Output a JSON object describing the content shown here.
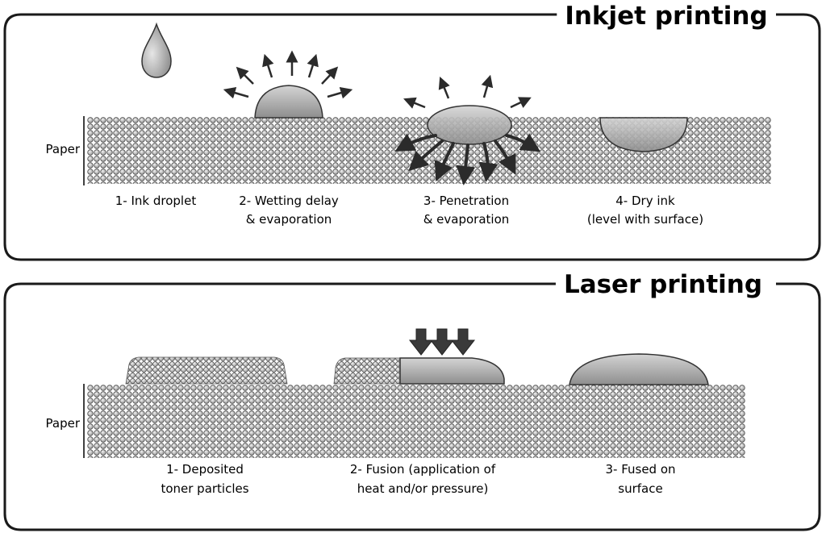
{
  "inkjet": {
    "title": "Inkjet printing",
    "paper_label": "Paper",
    "steps": [
      {
        "line1": "1- Ink droplet",
        "line2": ""
      },
      {
        "line1": "2- Wetting delay",
        "line2": "& evaporation"
      },
      {
        "line1": "3- Penetration",
        "line2": "& evaporation"
      },
      {
        "line1": "4- Dry ink",
        "line2": "(level with surface)"
      }
    ]
  },
  "laser": {
    "title": "Laser printing",
    "paper_label": "Paper",
    "steps": [
      {
        "line1": "1- Deposited",
        "line2": "toner particles"
      },
      {
        "line1": "2- Fusion (application of",
        "line2": "heat and/or pressure)"
      },
      {
        "line1": "3- Fused on",
        "line2": "surface"
      }
    ]
  },
  "colors": {
    "frame": "#1a1a1a",
    "dot_fill": "#c8c8c8",
    "dot_stroke": "#555555",
    "ink_fill": "#a8a8a8",
    "ink_stroke": "#333333",
    "arrow": "#2b2b2b"
  }
}
